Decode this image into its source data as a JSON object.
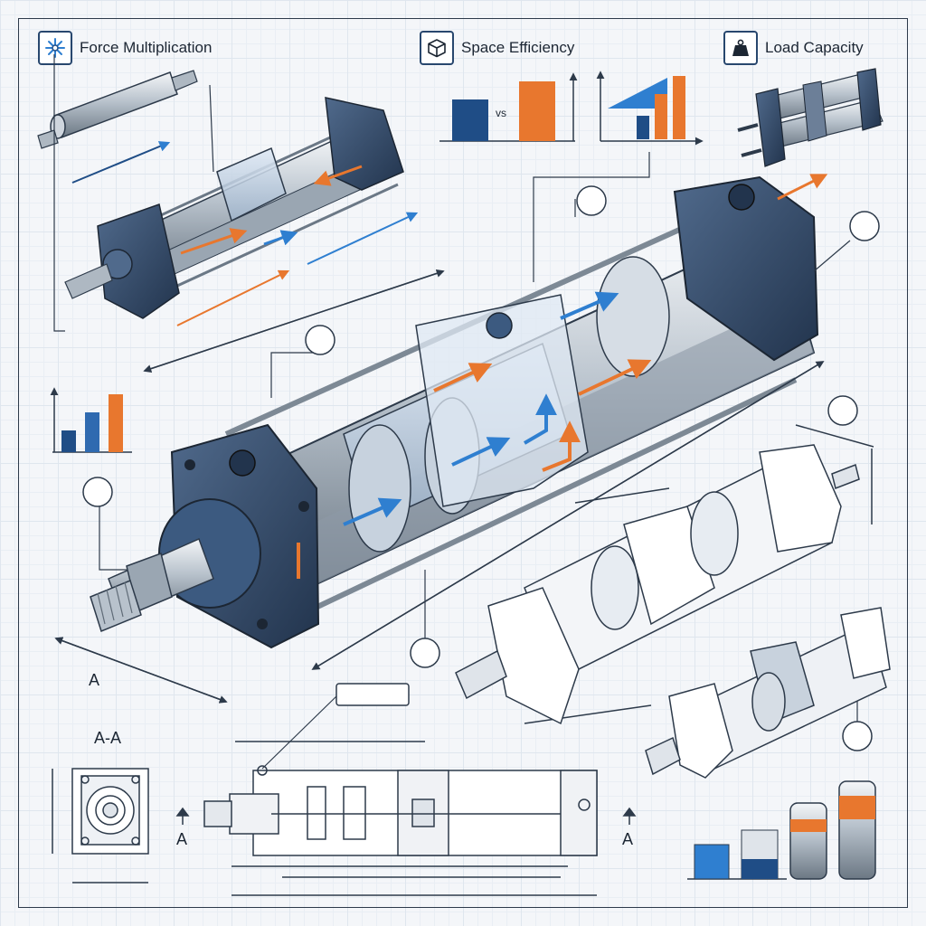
{
  "legend": {
    "force": {
      "label": "Force Multiplication",
      "icon": "snowflake-burst-icon"
    },
    "space": {
      "label": "Space Efficiency",
      "icon": "cube-icon"
    },
    "load": {
      "label": "Load Capacity",
      "icon": "weight-icon"
    }
  },
  "comparison": {
    "vs_label": "vs"
  },
  "section": {
    "title": "A-A",
    "marker_left": "A",
    "marker_right": "A",
    "marker_dim": "A"
  },
  "colors": {
    "steel_dark": "#2c3e56",
    "steel_blue": "#3c5a80",
    "accent_orange": "#e8772e",
    "accent_blue": "#2f7fd0",
    "line": "#2d3a4a",
    "bar_navy": "#1f4d86"
  }
}
